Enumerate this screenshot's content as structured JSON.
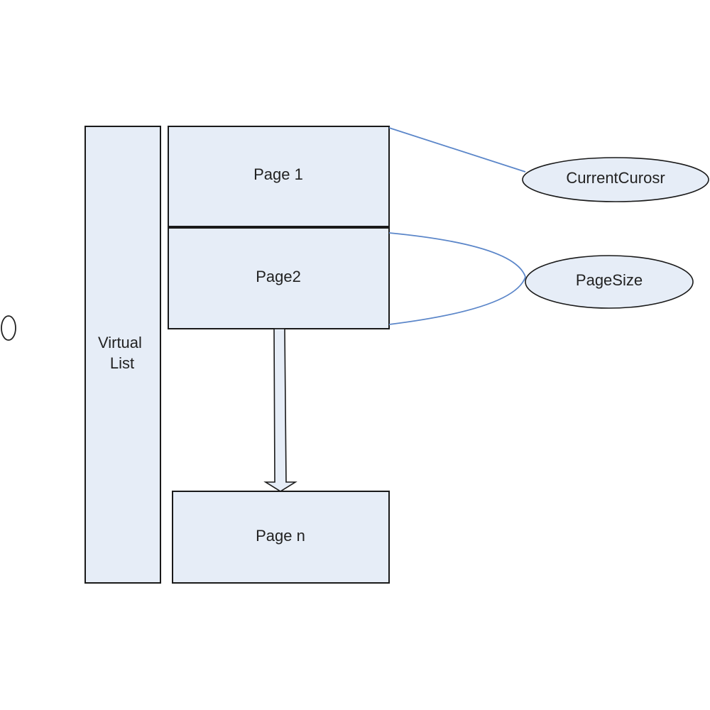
{
  "diagram": {
    "virtual_list": {
      "line1": "Virtual",
      "line2": "List"
    },
    "pages": {
      "page1": "Page 1",
      "page2": "Page2",
      "pagen": "Page n"
    },
    "properties": {
      "current_cursor": "CurrentCurosr",
      "page_size": "PageSize"
    },
    "colors": {
      "box_fill": "#e6edf7",
      "box_stroke": "#1a1a1a",
      "connector": "#5b86c9"
    }
  }
}
